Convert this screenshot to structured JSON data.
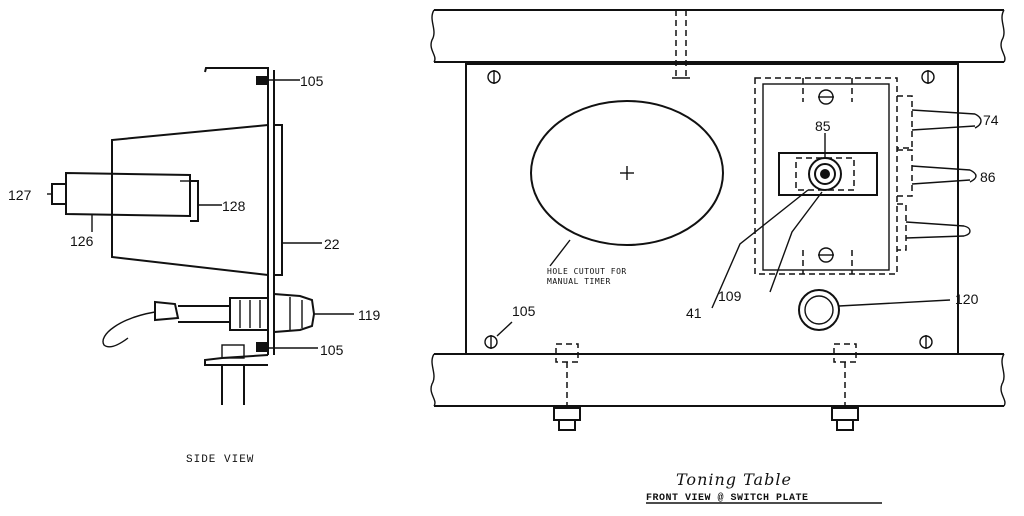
{
  "side_view": {
    "caption": "SIDE VIEW",
    "labels": {
      "l105_top": "105",
      "l127": "127",
      "l128": "128",
      "l126": "126",
      "l22": "22",
      "l119": "119",
      "l105_bottom": "105"
    }
  },
  "front_view": {
    "labels": {
      "l74": "74",
      "l85": "85",
      "l86": "86",
      "l109": "109",
      "l41": "41",
      "l120": "120",
      "l105": "105"
    },
    "hole_note_line1": "HOLE CUTOUT FOR",
    "hole_note_line2": "MANUAL TIMER",
    "title": "Toning Table",
    "subtitle": "FRONT VIEW @ SWITCH PLATE"
  }
}
